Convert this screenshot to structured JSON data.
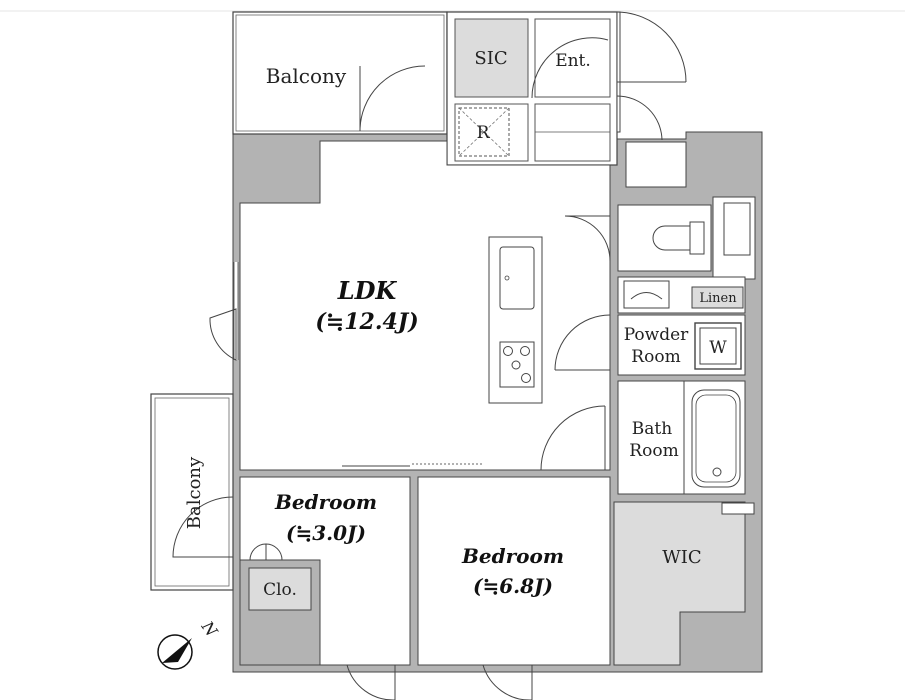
{
  "rooms": {
    "balcony_top": "Balcony",
    "sic": "SIC",
    "entrance": "Ent.",
    "refrigerator": "R",
    "ldk": "LDK",
    "ldk_size": "(≒12.4J)",
    "linen": "Linen",
    "powder_room_1": "Powder",
    "powder_room_2": "Room",
    "washer": "W",
    "bath_1": "Bath",
    "bath_2": "Room",
    "balcony_side": "Balcony",
    "bedroom_small": "Bedroom",
    "bedroom_small_size": "(≒3.0J)",
    "closet": "Clo.",
    "bedroom_large": "Bedroom",
    "bedroom_large_size": "(≒6.8J)",
    "wic": "WIC"
  },
  "compass": {
    "label": "N"
  },
  "colors": {
    "wall": "#b3b3b3",
    "storage": "#dcdcdc",
    "line": "#333333",
    "floor": "#ffffff"
  }
}
